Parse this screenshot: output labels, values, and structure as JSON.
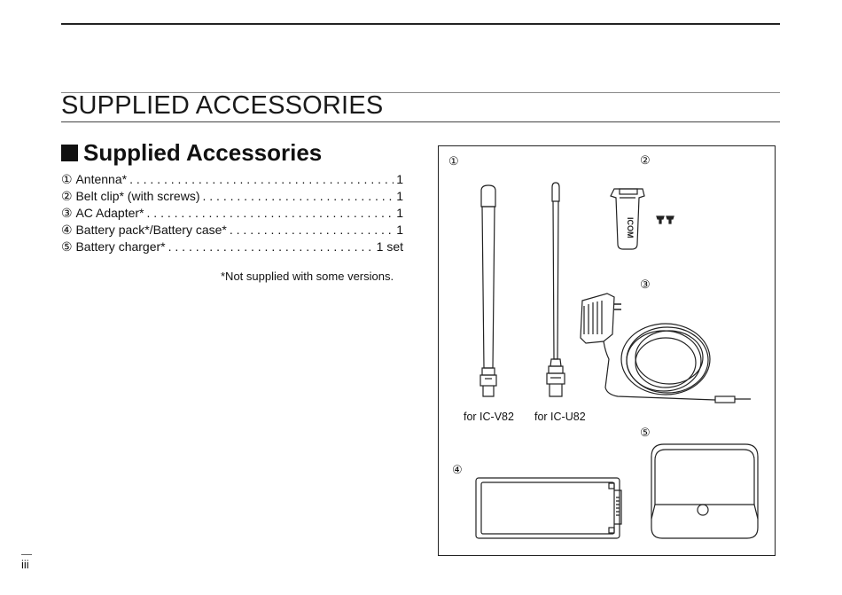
{
  "page": {
    "section_title": "SUPPLIED ACCESSORIES",
    "subheading": "Supplied Accessories",
    "page_number": "iii"
  },
  "accessories": [
    {
      "num": "①",
      "name": "Antenna*",
      "qty": "1"
    },
    {
      "num": "②",
      "name": "Belt clip* (with screws)",
      "qty": "1"
    },
    {
      "num": "③",
      "name": "AC Adapter*",
      "qty": "1"
    },
    {
      "num": "④",
      "name": "Battery pack*/Battery case*",
      "qty": "1"
    },
    {
      "num": "⑤",
      "name": "Battery charger*",
      "qty": "1 set"
    }
  ],
  "footnote": "*Not supplied with some versions.",
  "illustration": {
    "labels": [
      "①",
      "②",
      "③",
      "④",
      "⑤"
    ],
    "antenna_captions": [
      "for IC-V82",
      "for IC-U82"
    ],
    "clip_logo": "ICOM"
  }
}
